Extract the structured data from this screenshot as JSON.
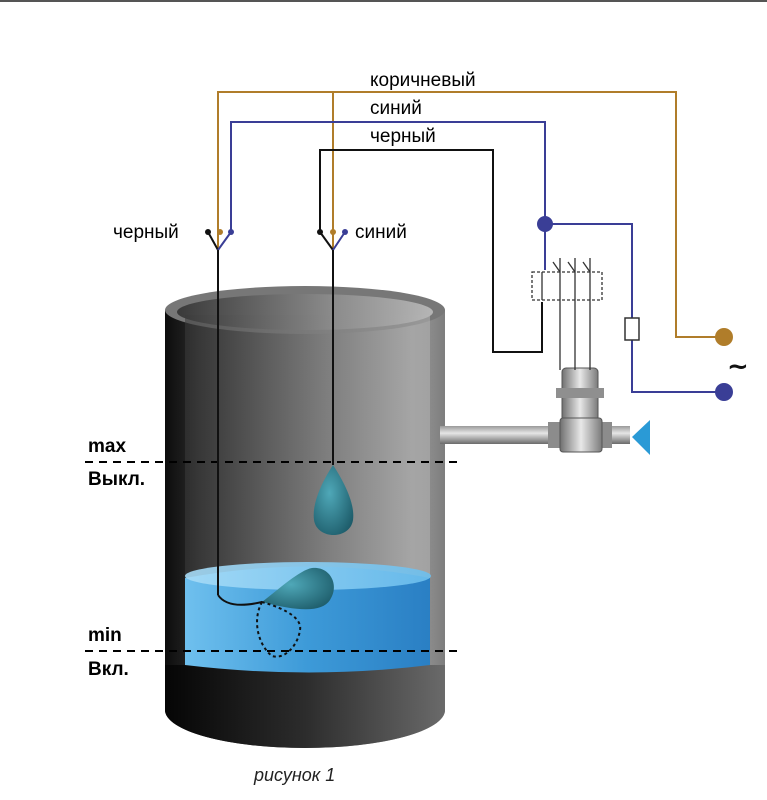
{
  "wires": {
    "brown_label": "коричневый",
    "blue_label": "синий",
    "black_label": "черный"
  },
  "floats": {
    "left_label": "черный",
    "right_label": "синий"
  },
  "levels": {
    "max_label": "max",
    "off_label": "Выкл.",
    "min_label": "min",
    "on_label": "Вкл."
  },
  "supply_symbol": "~",
  "caption": "рисунок 1",
  "colors": {
    "brown_wire": "#b07d2a",
    "blue_wire": "#3a3e96",
    "black_wire": "#111111",
    "water": "#4aa3df",
    "float": "#2a7f92",
    "tank": "#555555"
  }
}
